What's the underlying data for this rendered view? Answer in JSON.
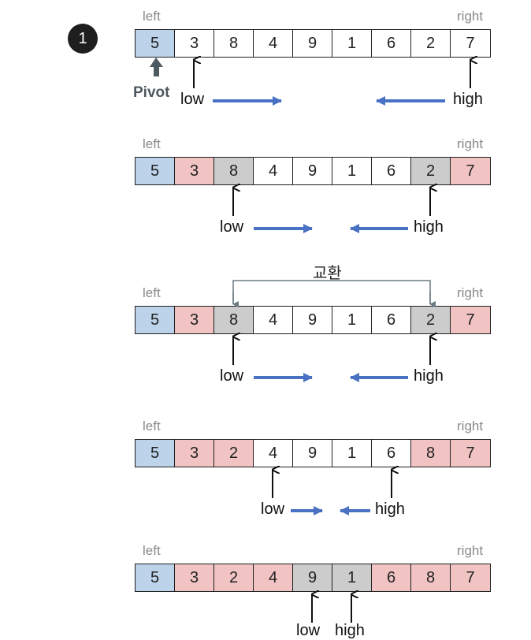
{
  "step_number": "1",
  "pivot_label": "Pivot",
  "swap_label": "교환",
  "label_left": "left",
  "label_right": "right",
  "label_low": "low",
  "label_high": "high",
  "colors": {
    "pivot": "#bcd3ea",
    "done": "#f1c3c3",
    "compare": "#cccccc",
    "none": "#ffffff",
    "arrow_blue": "#4a72c4"
  },
  "rows": [
    {
      "values": [
        "5",
        "3",
        "8",
        "4",
        "9",
        "1",
        "6",
        "2",
        "7"
      ],
      "states": [
        "pivot",
        "none",
        "none",
        "none",
        "none",
        "none",
        "none",
        "none",
        "none"
      ]
    },
    {
      "values": [
        "5",
        "3",
        "8",
        "4",
        "9",
        "1",
        "6",
        "2",
        "7"
      ],
      "states": [
        "pivot",
        "done",
        "compare",
        "none",
        "none",
        "none",
        "none",
        "compare",
        "done"
      ]
    },
    {
      "values": [
        "5",
        "3",
        "8",
        "4",
        "9",
        "1",
        "6",
        "2",
        "7"
      ],
      "states": [
        "pivot",
        "done",
        "compare",
        "none",
        "none",
        "none",
        "none",
        "compare",
        "done"
      ]
    },
    {
      "values": [
        "5",
        "3",
        "2",
        "4",
        "9",
        "1",
        "6",
        "8",
        "7"
      ],
      "states": [
        "pivot",
        "done",
        "done",
        "none",
        "none",
        "none",
        "none",
        "done",
        "done"
      ]
    },
    {
      "values": [
        "5",
        "3",
        "2",
        "4",
        "9",
        "1",
        "6",
        "8",
        "7"
      ],
      "states": [
        "pivot",
        "done",
        "done",
        "done",
        "compare",
        "compare",
        "done",
        "done",
        "done"
      ]
    }
  ]
}
